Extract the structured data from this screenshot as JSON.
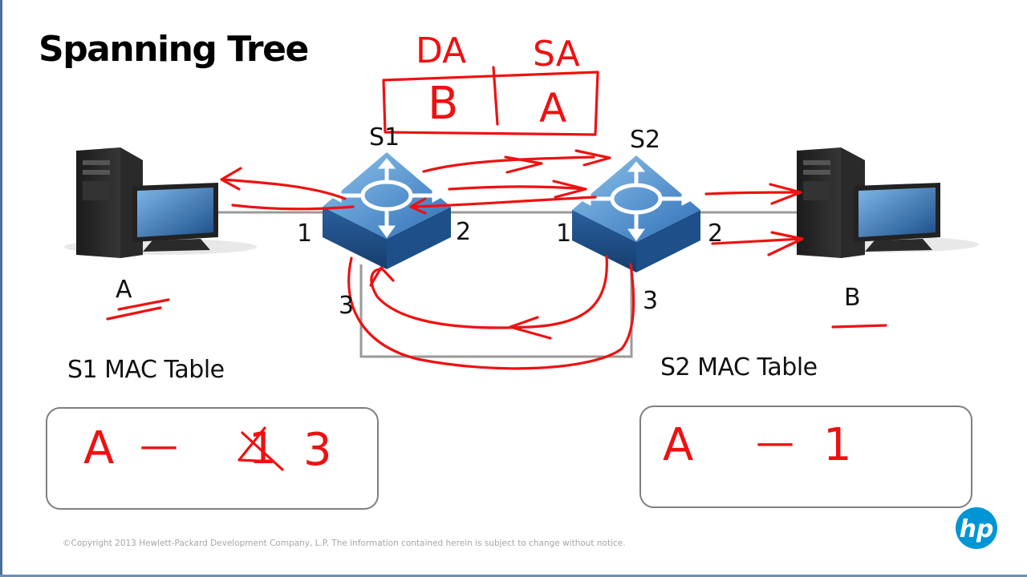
{
  "slide": {
    "title": "Spanning Tree",
    "copyright": "©Copyright 2013 Hewlett-Packard Development Company, L.P. The information contained herein is subject to change without notice.",
    "logo_text": "hp"
  },
  "hosts": {
    "left": "A",
    "right": "B"
  },
  "switches": {
    "s1": "S1",
    "s2": "S2"
  },
  "ports": {
    "s1_p1": "1",
    "s1_p2": "2",
    "s1_p3": "3",
    "s2_p1": "1",
    "s2_p2": "2",
    "s2_p3": "3"
  },
  "frame_annotation": {
    "da_label": "DA",
    "sa_label": "SA",
    "da_value": "B",
    "sa_value": "A"
  },
  "mac_tables": {
    "s1": {
      "title": "S1 MAC Table",
      "entry_mac": "A",
      "entry_dash": "—",
      "entry_old_port": "1",
      "entry_port": "3"
    },
    "s2": {
      "title": "S2 MAC Table",
      "entry_mac": "A",
      "entry_dash": "—",
      "entry_port": "1"
    }
  },
  "colors": {
    "ink": "#ee1111",
    "switch": "#2f6fb8",
    "link": "#999999",
    "hp": "#0096d6"
  }
}
